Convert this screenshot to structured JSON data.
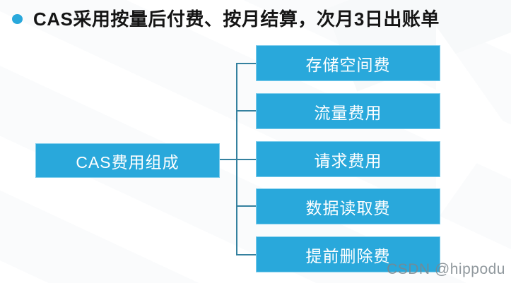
{
  "slide": {
    "title": "CAS采用按量后付费、按月结算，次月3日出账单",
    "watermark": "CSDN @hippodu"
  },
  "diagram": {
    "type": "tree",
    "root": {
      "label": "CAS费用组成"
    },
    "children": [
      {
        "label": "存储空间费"
      },
      {
        "label": "流量费用"
      },
      {
        "label": "请求费用"
      },
      {
        "label": "数据读取费"
      },
      {
        "label": "提前删除费"
      }
    ]
  },
  "colors": {
    "accent_blue": "#29a8db",
    "box_border_blue": "#7fcdec",
    "connector_blue": "#35819f",
    "title_text": "#151515",
    "watermark_gray": "#7d868c",
    "background_white": "#ffffff",
    "background_band_gray": "#fafbfc"
  }
}
